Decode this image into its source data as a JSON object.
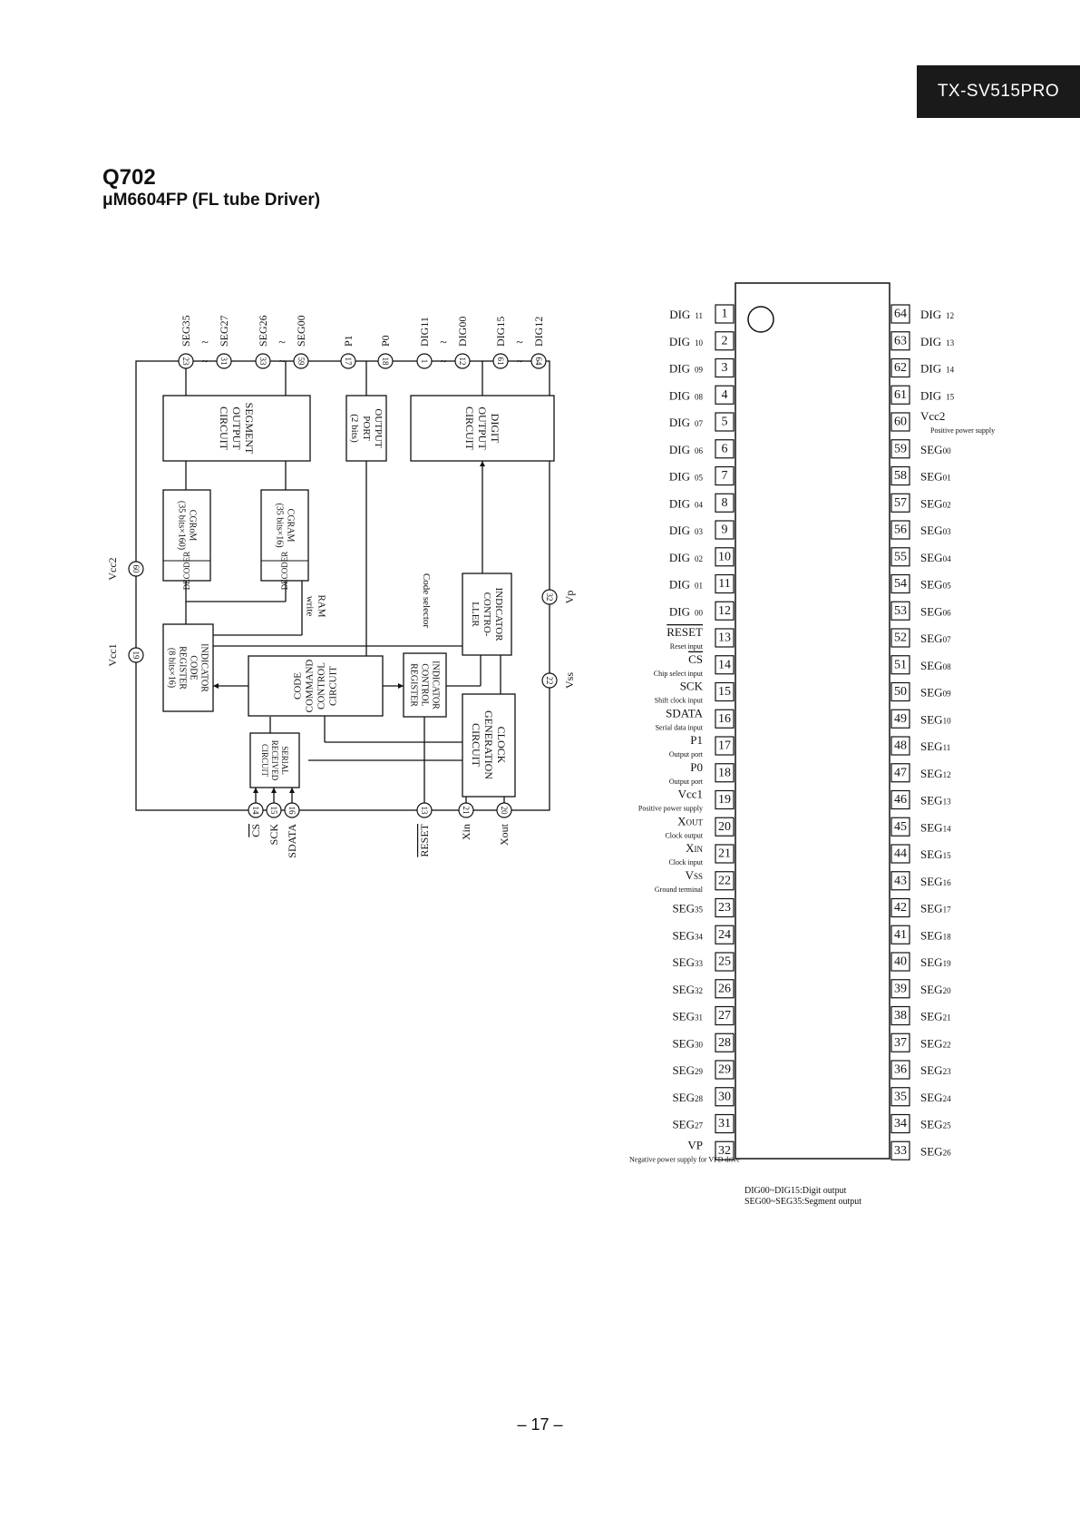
{
  "header": {
    "model": "TX-SV515PRO"
  },
  "title": {
    "chip_id": "Q702",
    "chip_name": "μM6604FP (FL tube Driver)"
  },
  "block_diagram": {
    "blocks": {
      "segment_output": [
        "SEGMENT",
        "OUTPUT",
        "CIRCUIT"
      ],
      "output_port": [
        "OUTPUT",
        "PORT",
        "(2 bits)"
      ],
      "digit_output": [
        "DIGIT",
        "OUTPUT",
        "CIRCUIT"
      ],
      "cgrom": [
        "CGRoM",
        "(35 bits×160)"
      ],
      "cgram": [
        "CGRAM",
        "(35 bits×16)"
      ],
      "decoder": "DECODER",
      "indicator_code_register": [
        "INDICATOR",
        "CODE",
        "REGISTER",
        "(8 bits×16)"
      ],
      "code_command_control": [
        "CODE",
        "COMMAND",
        "CONTROL",
        "CIRCUIT"
      ],
      "indicator_control_register": [
        "INDICATOR",
        "CONTROL",
        "REGISTER"
      ],
      "indicator_controller": [
        "INDICATOR",
        "CONTRO-",
        "LLER"
      ],
      "clock_generation": [
        "CLOCK",
        "GENERATION",
        "CIRCUIT"
      ],
      "serial_received": [
        "SERIAL",
        "RECEIVED",
        "CIRCUIT"
      ]
    },
    "top_labels": [
      "SEG35",
      "SEG27",
      "SEG26",
      "SEG00",
      "P1",
      "P0",
      "DIG11",
      "DIG00",
      "DIG15",
      "DIG12"
    ],
    "top_pins": [
      "23",
      "31",
      "33",
      "59",
      "17",
      "18",
      "1",
      "12",
      "61",
      "64"
    ],
    "bottom_labels": [
      "CS",
      "SCK",
      "SDATA",
      "RESET",
      "Xin",
      "Xout"
    ],
    "bottom_pins": [
      "14",
      "15",
      "16",
      "13",
      "21",
      "20"
    ],
    "left_labels": [
      "Vcc2",
      "Vcc1"
    ],
    "left_pins": [
      "60",
      "19"
    ],
    "right_labels": [
      "Vp",
      "Vss"
    ],
    "right_pins": [
      "32",
      "22"
    ],
    "inner_labels": {
      "ram_write": [
        "RAM",
        "write"
      ],
      "code_selector": "Code selector"
    },
    "tilde": "~"
  },
  "pinout": {
    "left": [
      {
        "num": "1",
        "name": "DIG",
        "sub": "11",
        "desc": ""
      },
      {
        "num": "2",
        "name": "DIG",
        "sub": "10",
        "desc": ""
      },
      {
        "num": "3",
        "name": "DIG",
        "sub": "09",
        "desc": ""
      },
      {
        "num": "4",
        "name": "DIG",
        "sub": "08",
        "desc": ""
      },
      {
        "num": "5",
        "name": "DIG",
        "sub": "07",
        "desc": ""
      },
      {
        "num": "6",
        "name": "DIG",
        "sub": "06",
        "desc": ""
      },
      {
        "num": "7",
        "name": "DIG",
        "sub": "05",
        "desc": ""
      },
      {
        "num": "8",
        "name": "DIG",
        "sub": "04",
        "desc": ""
      },
      {
        "num": "9",
        "name": "DIG",
        "sub": "03",
        "desc": ""
      },
      {
        "num": "10",
        "name": "DIG",
        "sub": "02",
        "desc": ""
      },
      {
        "num": "11",
        "name": "DIG",
        "sub": "01",
        "desc": ""
      },
      {
        "num": "12",
        "name": "DIG",
        "sub": "00",
        "desc": ""
      },
      {
        "num": "13",
        "name": "RESET",
        "sub": "",
        "desc": "Reset input"
      },
      {
        "num": "14",
        "name": "CS",
        "sub": "",
        "desc": "Chip select input"
      },
      {
        "num": "15",
        "name": "SCK",
        "sub": "",
        "desc": "Shift clock input"
      },
      {
        "num": "16",
        "name": "SDATA",
        "sub": "",
        "desc": "Serial data input"
      },
      {
        "num": "17",
        "name": "P1",
        "sub": "",
        "desc": "Output port"
      },
      {
        "num": "18",
        "name": "P0",
        "sub": "",
        "desc": "Output port"
      },
      {
        "num": "19",
        "name": "Vcc1",
        "sub": "",
        "desc": "Positive power supply"
      },
      {
        "num": "20",
        "name": "X",
        "sub": "OUT",
        "desc": "Clock output"
      },
      {
        "num": "21",
        "name": "X",
        "sub": "IN",
        "desc": "Clock input"
      },
      {
        "num": "22",
        "name": "V",
        "sub": "SS",
        "desc": "Ground terminal"
      },
      {
        "num": "23",
        "name": "SEG",
        "sub": "35",
        "desc": ""
      },
      {
        "num": "24",
        "name": "SEG",
        "sub": "34",
        "desc": ""
      },
      {
        "num": "25",
        "name": "SEG",
        "sub": "33",
        "desc": ""
      },
      {
        "num": "26",
        "name": "SEG",
        "sub": "32",
        "desc": ""
      },
      {
        "num": "27",
        "name": "SEG",
        "sub": "31",
        "desc": ""
      },
      {
        "num": "28",
        "name": "SEG",
        "sub": "30",
        "desc": ""
      },
      {
        "num": "29",
        "name": "SEG",
        "sub": "29",
        "desc": ""
      },
      {
        "num": "30",
        "name": "SEG",
        "sub": "28",
        "desc": ""
      },
      {
        "num": "31",
        "name": "SEG",
        "sub": "27",
        "desc": ""
      },
      {
        "num": "32",
        "name": "VP",
        "sub": "",
        "desc": "Negative power supply for VFD drive"
      }
    ],
    "right": [
      {
        "num": "64",
        "name": "DIG",
        "sub": "12",
        "desc": ""
      },
      {
        "num": "63",
        "name": "DIG",
        "sub": "13",
        "desc": ""
      },
      {
        "num": "62",
        "name": "DIG",
        "sub": "14",
        "desc": ""
      },
      {
        "num": "61",
        "name": "DIG",
        "sub": "15",
        "desc": ""
      },
      {
        "num": "60",
        "name": "Vcc2",
        "sub": "",
        "desc": "Positive power supply"
      },
      {
        "num": "59",
        "name": "SEG",
        "sub": "00",
        "desc": ""
      },
      {
        "num": "58",
        "name": "SEG",
        "sub": "01",
        "desc": ""
      },
      {
        "num": "57",
        "name": "SEG",
        "sub": "02",
        "desc": ""
      },
      {
        "num": "56",
        "name": "SEG",
        "sub": "03",
        "desc": ""
      },
      {
        "num": "55",
        "name": "SEG",
        "sub": "04",
        "desc": ""
      },
      {
        "num": "54",
        "name": "SEG",
        "sub": "05",
        "desc": ""
      },
      {
        "num": "53",
        "name": "SEG",
        "sub": "06",
        "desc": ""
      },
      {
        "num": "52",
        "name": "SEG",
        "sub": "07",
        "desc": ""
      },
      {
        "num": "51",
        "name": "SEG",
        "sub": "08",
        "desc": ""
      },
      {
        "num": "50",
        "name": "SEG",
        "sub": "09",
        "desc": ""
      },
      {
        "num": "49",
        "name": "SEG",
        "sub": "10",
        "desc": ""
      },
      {
        "num": "48",
        "name": "SEG",
        "sub": "11",
        "desc": ""
      },
      {
        "num": "47",
        "name": "SEG",
        "sub": "12",
        "desc": ""
      },
      {
        "num": "46",
        "name": "SEG",
        "sub": "13",
        "desc": ""
      },
      {
        "num": "45",
        "name": "SEG",
        "sub": "14",
        "desc": ""
      },
      {
        "num": "44",
        "name": "SEG",
        "sub": "15",
        "desc": ""
      },
      {
        "num": "43",
        "name": "SEG",
        "sub": "16",
        "desc": ""
      },
      {
        "num": "42",
        "name": "SEG",
        "sub": "17",
        "desc": ""
      },
      {
        "num": "41",
        "name": "SEG",
        "sub": "18",
        "desc": ""
      },
      {
        "num": "40",
        "name": "SEG",
        "sub": "19",
        "desc": ""
      },
      {
        "num": "39",
        "name": "SEG",
        "sub": "20",
        "desc": ""
      },
      {
        "num": "38",
        "name": "SEG",
        "sub": "21",
        "desc": ""
      },
      {
        "num": "37",
        "name": "SEG",
        "sub": "22",
        "desc": ""
      },
      {
        "num": "36",
        "name": "SEG",
        "sub": "23",
        "desc": ""
      },
      {
        "num": "35",
        "name": "SEG",
        "sub": "24",
        "desc": ""
      },
      {
        "num": "34",
        "name": "SEG",
        "sub": "25",
        "desc": ""
      },
      {
        "num": "33",
        "name": "SEG",
        "sub": "26",
        "desc": ""
      }
    ],
    "notes": [
      "DIG00~DIG15:Digit output",
      "SEG00~SEG35:Segment output"
    ]
  },
  "page_number": "– 17 –"
}
